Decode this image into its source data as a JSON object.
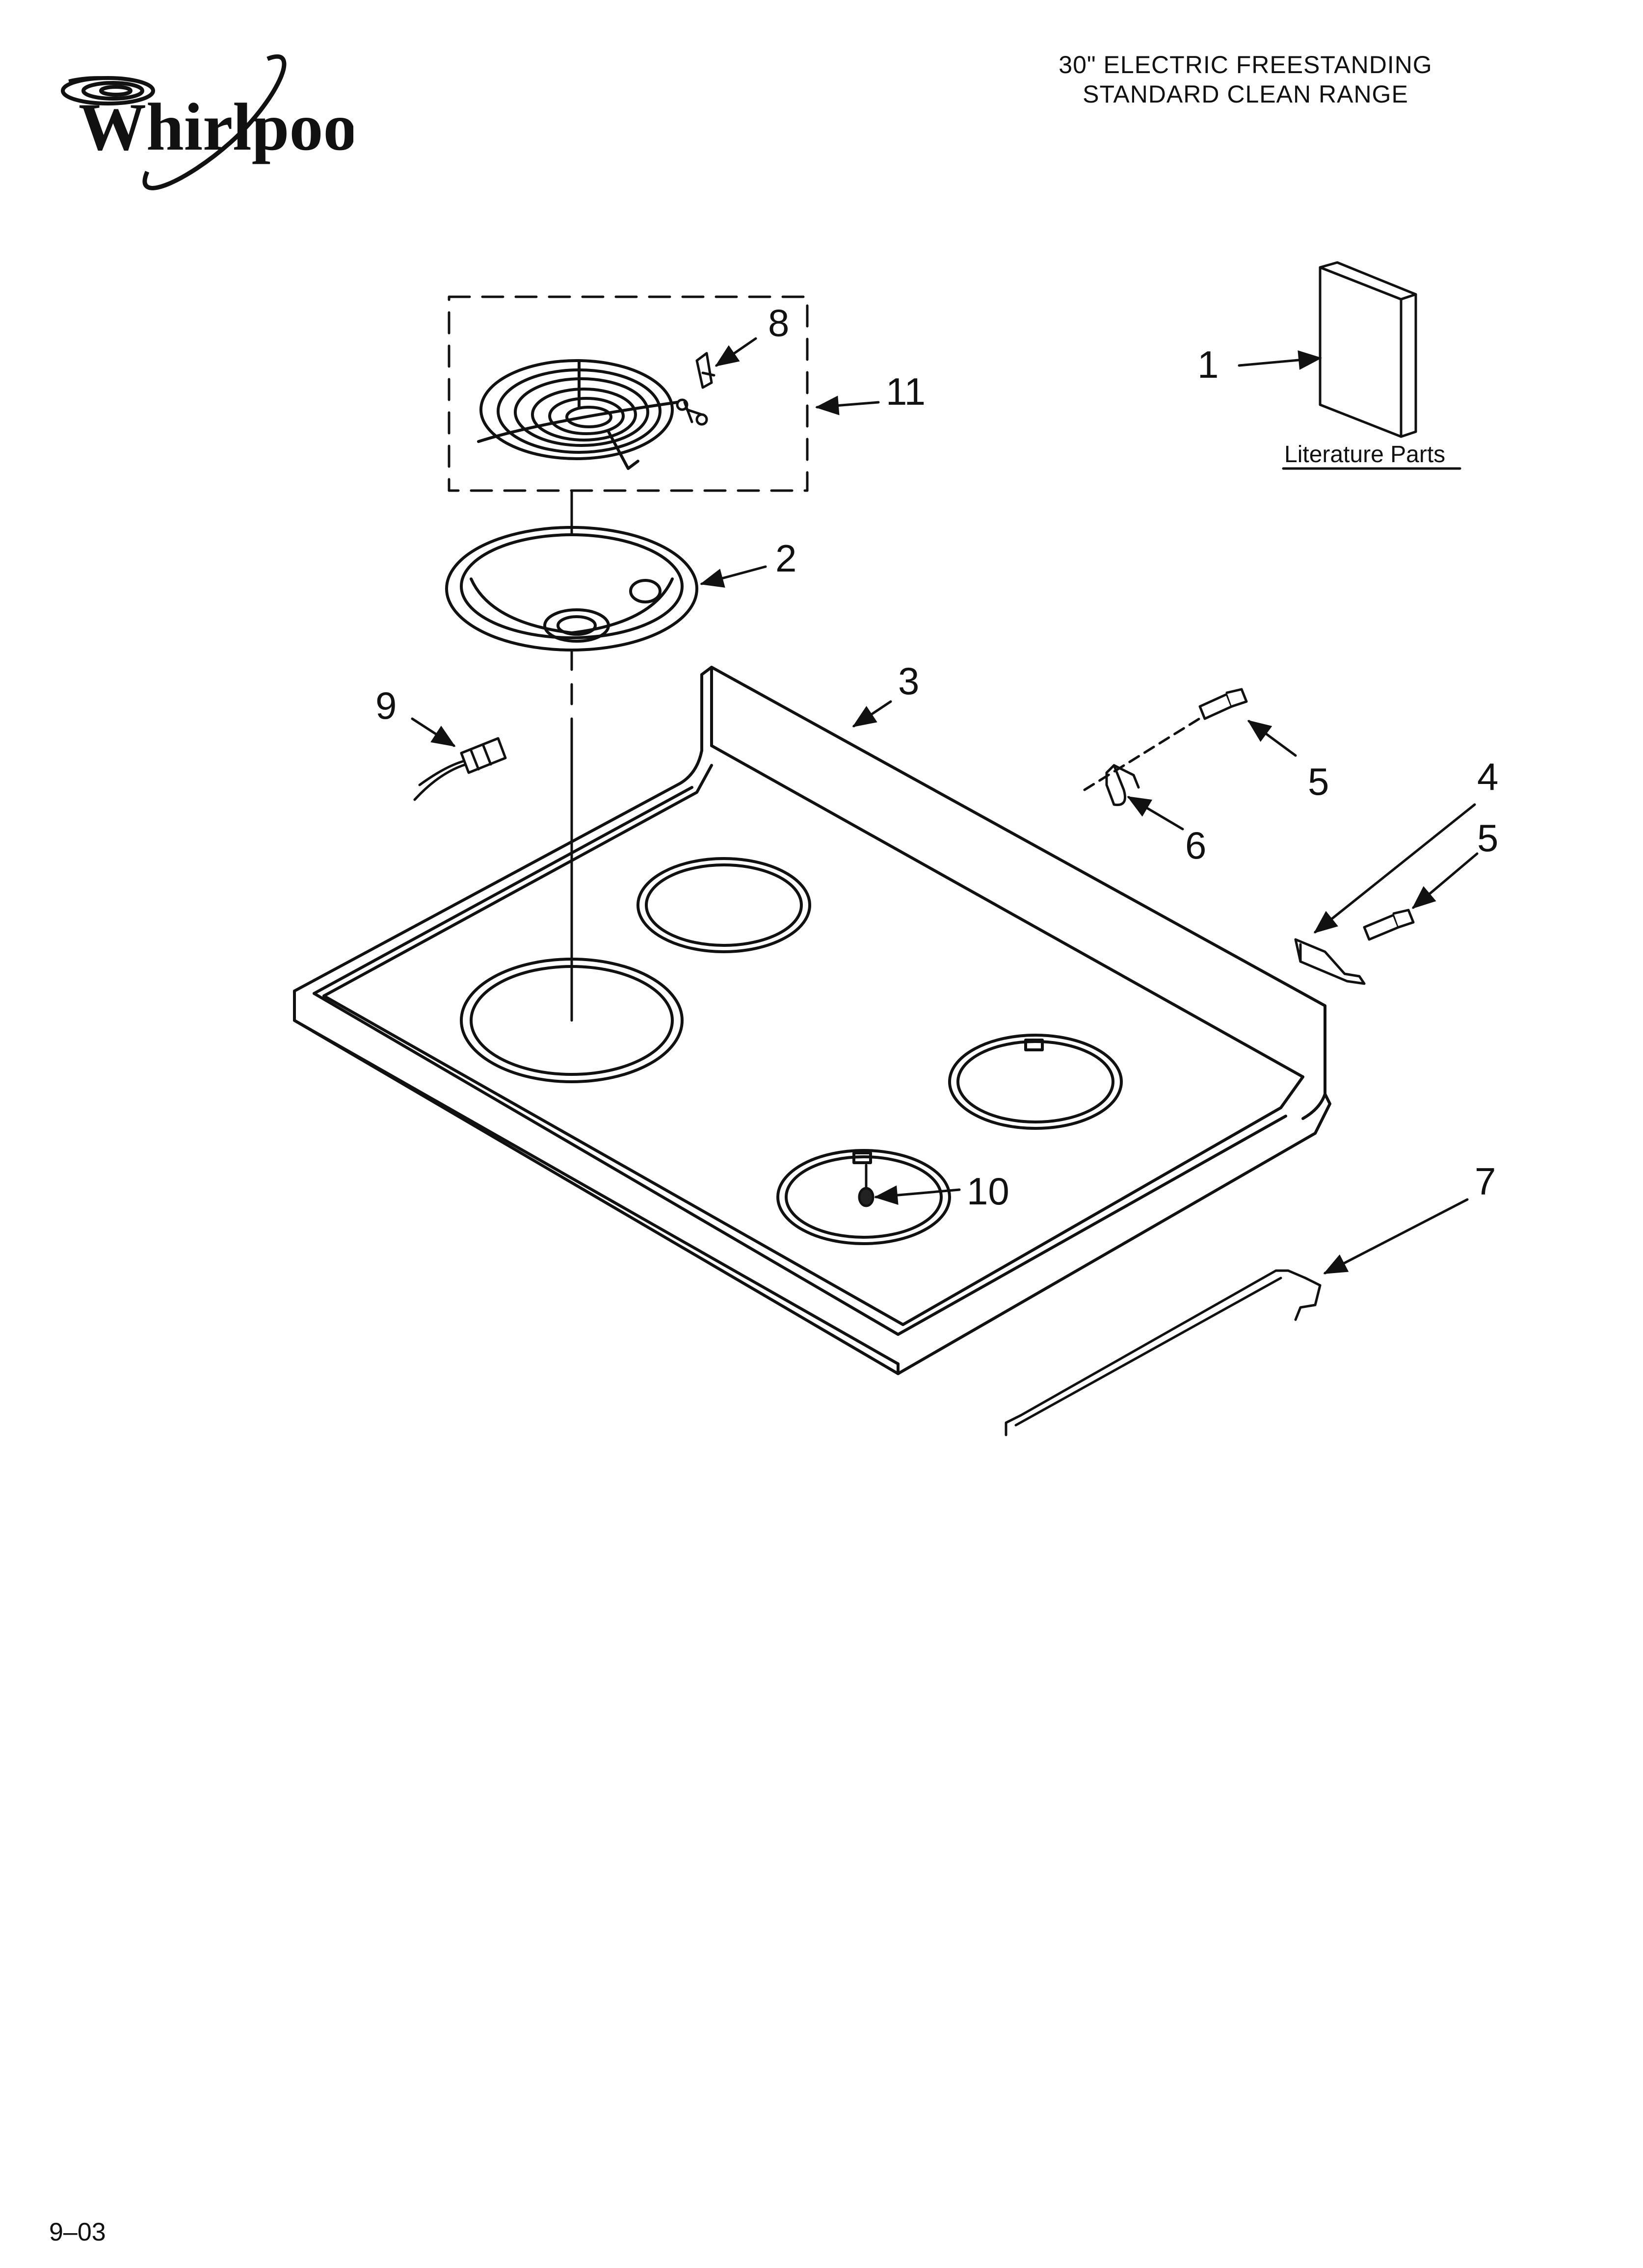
{
  "brand": {
    "logo_text": "Whirlpool"
  },
  "header": {
    "title_line1": "30\" ELECTRIC FREESTANDING",
    "title_line2": "STANDARD CLEAN RANGE"
  },
  "literature": {
    "label": "Literature Parts"
  },
  "callouts": {
    "c1": "1",
    "c2": "2",
    "c3": "3",
    "c4": "4",
    "c5a": "5",
    "c5b": "5",
    "c6": "6",
    "c7": "7",
    "c8": "8",
    "c9": "9",
    "c10": "10",
    "c11": "11"
  },
  "footer": {
    "date_code": "9–03"
  }
}
